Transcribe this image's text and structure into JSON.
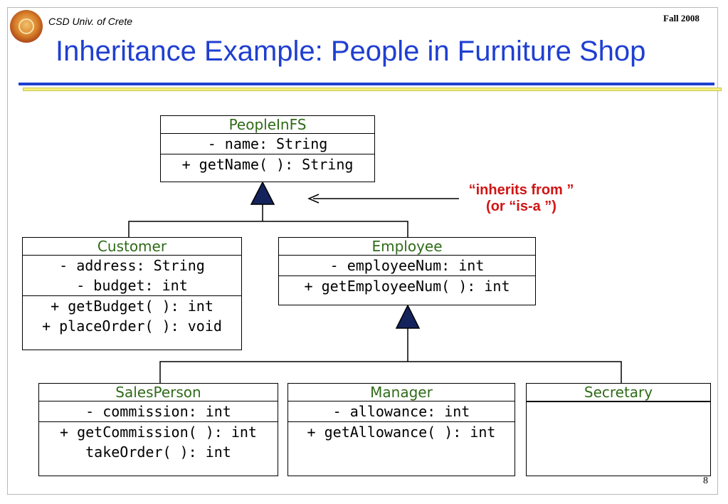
{
  "header": {
    "org": "CSD Univ. of Crete",
    "term": "Fall 2008",
    "title": "Inheritance Example: People in Furniture Shop",
    "page_number": "8"
  },
  "annotation": {
    "line1": "“inherits from ”",
    "line2": "(or “is-a ”)"
  },
  "classes": {
    "people": {
      "name": "PeopleInFS",
      "attributes": [
        "- name: String"
      ],
      "methods": [
        "+ getName( ): String"
      ]
    },
    "customer": {
      "name": "Customer",
      "attributes": [
        "- address: String",
        "- budget: int"
      ],
      "methods": [
        "+ getBudget( ): int",
        "+ placeOrder( ): void"
      ]
    },
    "employee": {
      "name": "Employee",
      "attributes": [
        "- employeeNum: int"
      ],
      "methods": [
        "+ getEmployeeNum( ): int"
      ]
    },
    "salesperson": {
      "name": "SalesPerson",
      "attributes": [
        "- commission: int"
      ],
      "methods": [
        "+ getCommission( ): int",
        "takeOrder( ): int"
      ]
    },
    "manager": {
      "name": "Manager",
      "attributes": [
        "- allowance: int"
      ],
      "methods": [
        "+ getAllowance( ): int"
      ]
    },
    "secretary": {
      "name": "Secretary",
      "attributes": [],
      "methods": []
    }
  },
  "colors": {
    "title": "#1f3fd1",
    "class_name": "#2f6b18",
    "annotation": "#d21414",
    "arrowhead": "#14235c"
  }
}
